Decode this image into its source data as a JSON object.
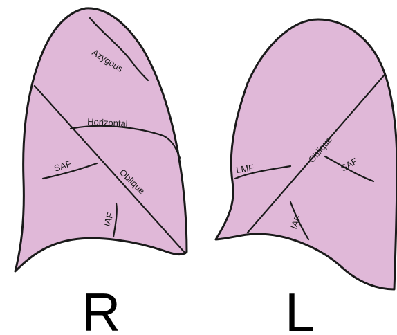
{
  "right_lung": {
    "side_label": "R",
    "fissures": {
      "azygous": "Azygous",
      "horizontal": "Horizontal",
      "saf": "SAF",
      "oblique": "Oblique",
      "iaf": "IAF"
    }
  },
  "left_lung": {
    "side_label": "L",
    "fissures": {
      "lmf": "LMF",
      "oblique": "Oblique",
      "saf": "SAF",
      "iaf": "IAF"
    }
  },
  "colors": {
    "lung_fill": "#e0b8d8",
    "outline": "#1a1a1a",
    "background": "#ffffff"
  }
}
